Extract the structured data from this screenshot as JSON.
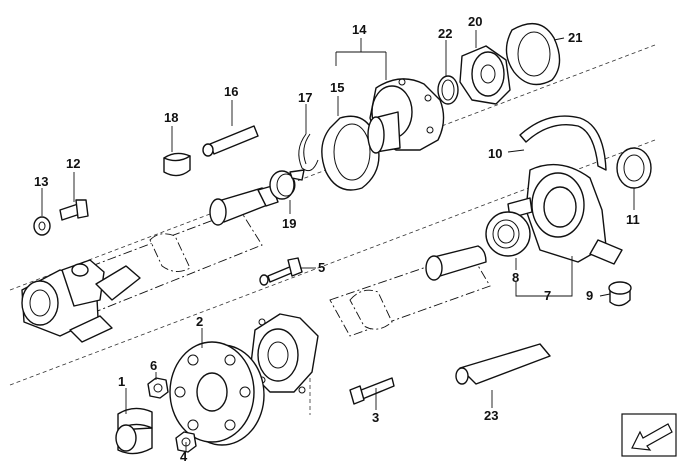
{
  "labels": {
    "p1": "1",
    "p2": "2",
    "p3": "3",
    "p4": "4",
    "p5": "5",
    "p6": "6",
    "p7": "7",
    "p8": "8",
    "p9": "9",
    "p10": "10",
    "p11": "11",
    "p12": "12",
    "p13": "13",
    "p14": "14",
    "p15": "15",
    "p16": "16",
    "p17": "17",
    "p18": "18",
    "p19": "19",
    "p20": "20",
    "p21": "21",
    "p22": "22",
    "p23": "23"
  },
  "colors": {
    "ink": "#111111",
    "fill": "#ffffff",
    "shade": "#e6e6e6"
  },
  "icons": {
    "corner": "down-left-arrow-icon"
  }
}
